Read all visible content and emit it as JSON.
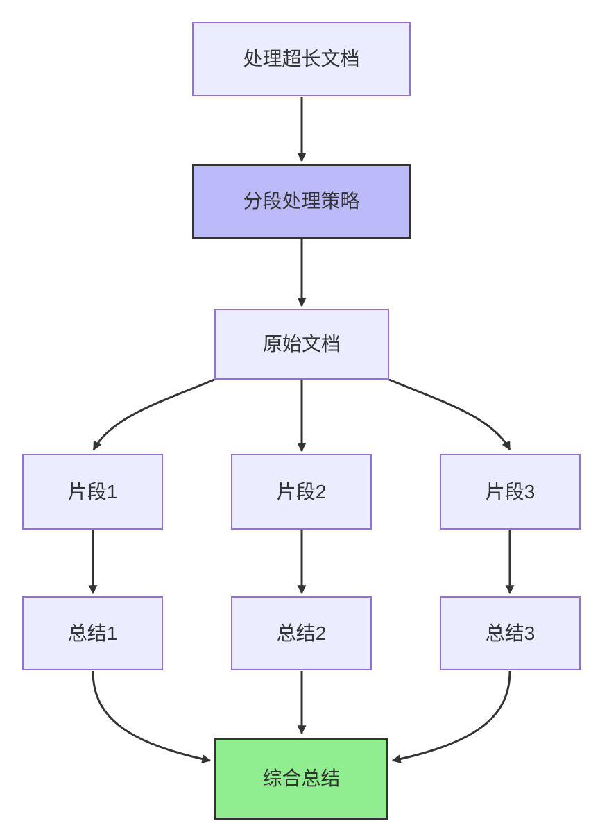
{
  "diagram": {
    "type": "flowchart",
    "direction": "top-down",
    "colors": {
      "background": "#FFFFFF",
      "node_fill": "#ECECFF",
      "node_border": "#9370DB",
      "highlight_fill": "#BBBBFA",
      "highlight_border": "#333333",
      "result_fill": "#90EE90",
      "result_border": "#333333",
      "edge_color": "#333333",
      "text_color": "#333333"
    }
  },
  "nodes": {
    "task": {
      "label": "处理超长文档",
      "style": "default"
    },
    "strategy": {
      "label": "分段处理策略",
      "style": "highlight"
    },
    "doc": {
      "label": "原始文档",
      "style": "default"
    },
    "seg1": {
      "label": "片段1",
      "style": "default"
    },
    "seg2": {
      "label": "片段2",
      "style": "default"
    },
    "seg3": {
      "label": "片段3",
      "style": "default"
    },
    "sum1": {
      "label": "总结1",
      "style": "default"
    },
    "sum2": {
      "label": "总结2",
      "style": "default"
    },
    "sum3": {
      "label": "总结3",
      "style": "default"
    },
    "final": {
      "label": "综合总结",
      "style": "result"
    }
  },
  "edges": [
    {
      "from": "处理超长文档",
      "to": "分段处理策略"
    },
    {
      "from": "分段处理策略",
      "to": "原始文档"
    },
    {
      "from": "原始文档",
      "to": "片段1"
    },
    {
      "from": "原始文档",
      "to": "片段2"
    },
    {
      "from": "原始文档",
      "to": "片段3"
    },
    {
      "from": "片段1",
      "to": "总结1"
    },
    {
      "from": "片段2",
      "to": "总结2"
    },
    {
      "from": "片段3",
      "to": "总结3"
    },
    {
      "from": "总结1",
      "to": "综合总结"
    },
    {
      "from": "总结2",
      "to": "综合总结"
    },
    {
      "from": "总结3",
      "to": "综合总结"
    }
  ]
}
